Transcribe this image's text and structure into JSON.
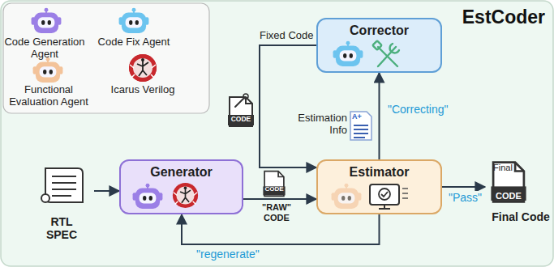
{
  "diagram": {
    "title": "EstCoder",
    "nodes": [
      {
        "text": [
          "RTL SPEC"
        ]
      },
      {
        "text": [
          "Generator"
        ]
      },
      {
        "text": [
          "Estimator"
        ]
      },
      {
        "text": [
          "Corrector"
        ]
      },
      {
        "text": [
          "Final Code"
        ]
      }
    ],
    "edges": [
      {
        "from": 0,
        "to": 1,
        "arrow": "to"
      },
      {
        "from": 1,
        "to": 2,
        "label": "\"RAW\" CODE",
        "arrow": "to"
      },
      {
        "from": 2,
        "to": 3,
        "label": "\"Correcting\"",
        "arrow": "to"
      },
      {
        "from": 3,
        "to": 2,
        "label": "Fixed Code",
        "arrow": "to"
      },
      {
        "from": 2,
        "to": 1,
        "label": "\"regenerate\"",
        "arrow": "to"
      },
      {
        "from": 2,
        "to": 4,
        "label": "\"Pass\"",
        "arrow": "to"
      }
    ],
    "labels": [
      "CODE",
      "Estimation Info",
      "A+",
      "CODE",
      "Final",
      "CODE"
    ],
    "legend": [
      {
        "text": "Code Generation Agent",
        "color": "#9b7fe6"
      },
      {
        "text": "Code Fix Agent",
        "color": "#6cc4ef"
      },
      {
        "text": "Functional Evaluation Agent",
        "color": "#f3c39a"
      },
      {
        "text": "Icarus Verilog",
        "color": "#c8282d"
      }
    ]
  }
}
